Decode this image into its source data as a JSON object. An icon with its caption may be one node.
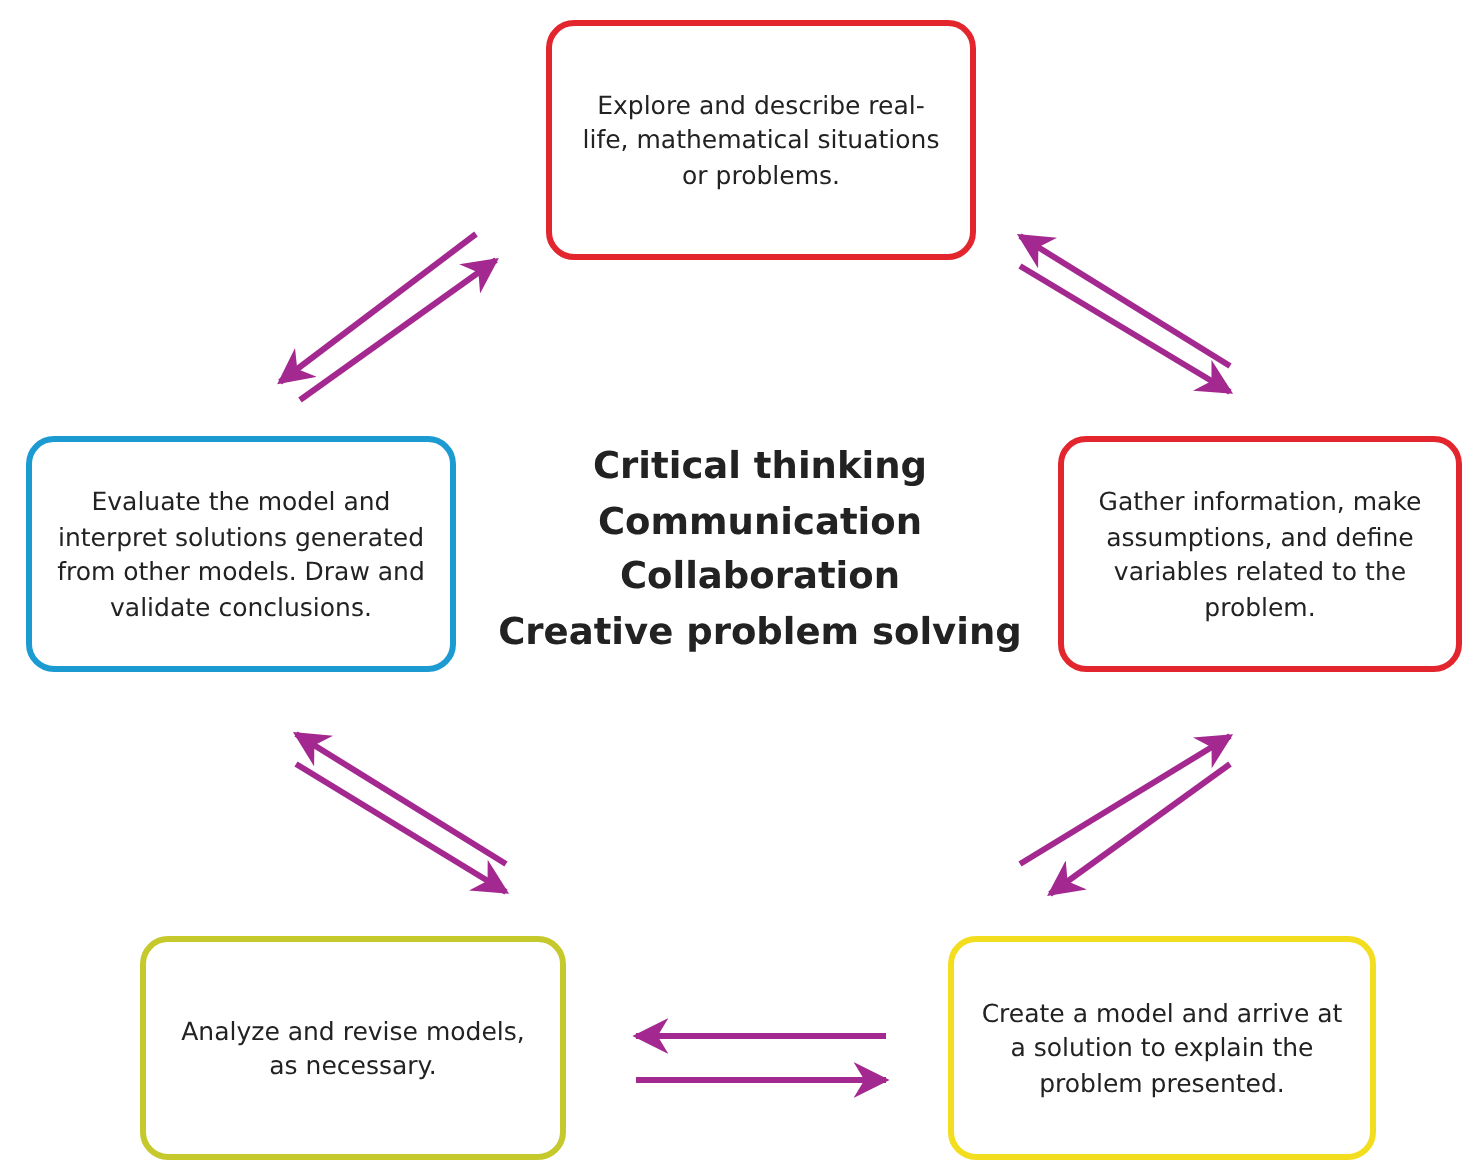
{
  "diagram": {
    "nodes": [
      {
        "text": [
          "Explore and describe real-life, mathematical situations or problems."
        ]
      },
      {
        "text": [
          "Gather information, make assumptions, and define variables related to the problem."
        ]
      },
      {
        "text": [
          "Create a model and arrive at a solution to explain the problem presented."
        ]
      },
      {
        "text": [
          "Analyze and revise models, as necessary."
        ]
      },
      {
        "text": [
          "Evaluate the model and interpret solutions generated from other models. Draw and validate conclusions."
        ]
      }
    ],
    "edges": [
      {
        "from": 0,
        "to": 1,
        "arrow": "to",
        "color": "#a3288f"
      },
      {
        "from": 1,
        "to": 0,
        "arrow": "to",
        "color": "#a3288f"
      },
      {
        "from": 1,
        "to": 2,
        "arrow": "to",
        "color": "#a3288f"
      },
      {
        "from": 2,
        "to": 1,
        "arrow": "to",
        "color": "#a3288f"
      },
      {
        "from": 2,
        "to": 3,
        "arrow": "to",
        "color": "#a3288f"
      },
      {
        "from": 3,
        "to": 2,
        "arrow": "to",
        "color": "#a3288f"
      },
      {
        "from": 3,
        "to": 4,
        "arrow": "to",
        "color": "#a3288f"
      },
      {
        "from": 4,
        "to": 3,
        "arrow": "to",
        "color": "#a3288f"
      },
      {
        "from": 4,
        "to": 0,
        "arrow": "to",
        "color": "#a3288f"
      },
      {
        "from": 0,
        "to": 4,
        "arrow": "to",
        "color": "#a3288f"
      }
    ],
    "labels": [
      "Critical thinking",
      "Communication",
      "Collaboration",
      "Creative problem solving"
    ]
  }
}
